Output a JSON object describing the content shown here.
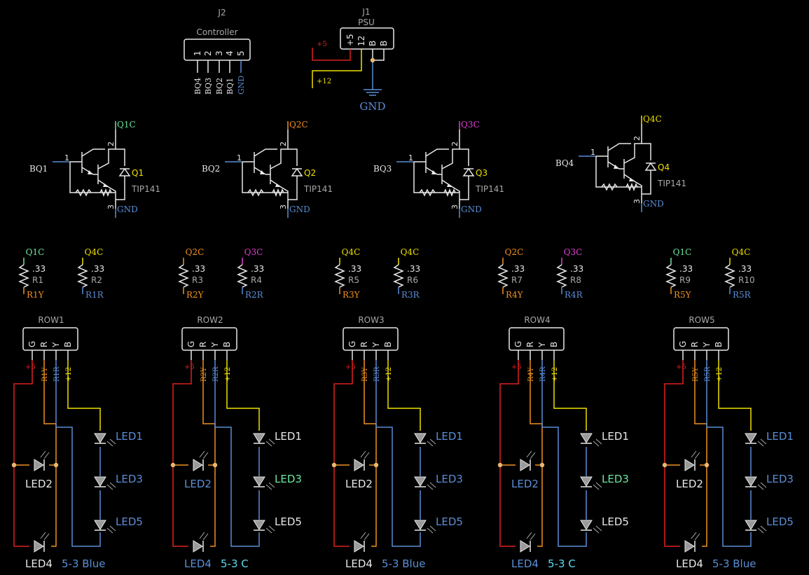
{
  "colors": {
    "white": "#e8e8e8",
    "grey": "#a8a8a8",
    "blue": "#5b8ed6",
    "green": "#6ee6a0",
    "yellow": "#f0e000",
    "orange": "#f09020",
    "magenta": "#e040d0",
    "red": "#e02020",
    "cyan": "#60d8f0",
    "junction": "#e8b870"
  },
  "j2": {
    "ref": "J2",
    "name": "Controller",
    "pins": [
      "1",
      "2",
      "3",
      "4",
      "5"
    ],
    "nets": [
      "BQ4",
      "BQ3",
      "BQ2",
      "BQ1",
      "GND"
    ]
  },
  "j1": {
    "ref": "J1",
    "name": "PSU",
    "pins": [
      "+5",
      "12",
      "B",
      "B"
    ],
    "net_p5": "+5",
    "net_p12": "+12",
    "gnd": "GND"
  },
  "transistors": [
    {
      "ref": "Q1",
      "part": "TIP141",
      "base_net": "BQ1",
      "collector_net": "Q1C",
      "collector_color": "green",
      "emitter_net": "GND",
      "pin_b": "1",
      "pin_c": "2",
      "pin_e": "3"
    },
    {
      "ref": "Q2",
      "part": "TIP141",
      "base_net": "BQ2",
      "collector_net": "Q2C",
      "collector_color": "orange",
      "emitter_net": "GND",
      "pin_b": "1",
      "pin_c": "2",
      "pin_e": "3"
    },
    {
      "ref": "Q3",
      "part": "TIP141",
      "base_net": "BQ3",
      "collector_net": "Q3C",
      "collector_color": "magenta",
      "emitter_net": "GND",
      "pin_b": "1",
      "pin_c": "2",
      "pin_e": "3"
    },
    {
      "ref": "Q4",
      "part": "TIP141",
      "base_net": "BQ4",
      "collector_net": "Q4C",
      "collector_color": "yellow",
      "emitter_net": "GND",
      "pin_b": "1",
      "pin_c": "2",
      "pin_e": "3"
    }
  ],
  "resistors": [
    {
      "ref": "R1",
      "value": ".33",
      "top_net": "Q1C",
      "top_color": "green",
      "bottom_net": "R1Y",
      "bottom_color": "orange"
    },
    {
      "ref": "R2",
      "value": ".33",
      "top_net": "Q4C",
      "top_color": "yellow",
      "bottom_net": "R1R",
      "bottom_color": "blue"
    },
    {
      "ref": "R3",
      "value": ".33",
      "top_net": "Q2C",
      "top_color": "orange",
      "bottom_net": "R2Y",
      "bottom_color": "orange"
    },
    {
      "ref": "R4",
      "value": ".33",
      "top_net": "Q3C",
      "top_color": "magenta",
      "bottom_net": "R2R",
      "bottom_color": "blue"
    },
    {
      "ref": "R5",
      "value": ".33",
      "top_net": "Q4C",
      "top_color": "yellow",
      "bottom_net": "R3Y",
      "bottom_color": "orange"
    },
    {
      "ref": "R6",
      "value": ".33",
      "top_net": "Q4C",
      "top_color": "yellow",
      "bottom_net": "R3R",
      "bottom_color": "blue"
    },
    {
      "ref": "R7",
      "value": ".33",
      "top_net": "Q2C",
      "top_color": "orange",
      "bottom_net": "R4Y",
      "bottom_color": "orange"
    },
    {
      "ref": "R8",
      "value": ".33",
      "top_net": "Q3C",
      "top_color": "magenta",
      "bottom_net": "R4R",
      "bottom_color": "blue"
    },
    {
      "ref": "R9",
      "value": ".33",
      "top_net": "Q1C",
      "top_color": "green",
      "bottom_net": "R5Y",
      "bottom_color": "orange"
    },
    {
      "ref": "R10",
      "value": ".33",
      "top_net": "Q4C",
      "top_color": "yellow",
      "bottom_net": "R5R",
      "bottom_color": "blue"
    }
  ],
  "rows": [
    {
      "ref": "ROW1",
      "pins": [
        "G",
        "R",
        "Y",
        "B"
      ],
      "net_p5": "+5",
      "net_y": "R1Y",
      "net_r": "R1R",
      "net_p12": "+12",
      "led1": "LED1",
      "led1_color": "blue",
      "led2": "LED2",
      "led2_color": "white",
      "led3": "LED3",
      "led3_color": "blue",
      "led4": "LED4",
      "led4_color": "white",
      "led5": "LED5",
      "led5_color": "blue",
      "note": "5-3 Blue",
      "note_color": "blue"
    },
    {
      "ref": "ROW2",
      "pins": [
        "G",
        "R",
        "Y",
        "B"
      ],
      "net_p5": "+5",
      "net_y": "R2Y",
      "net_r": "R2R",
      "net_p12": "+12",
      "led1": "LED1",
      "led1_color": "white",
      "led2": "LED2",
      "led2_color": "blue",
      "led3": "LED3",
      "led3_color": "green",
      "led4": "LED4",
      "led4_color": "blue",
      "led5": "LED5",
      "led5_color": "white",
      "note": "5-3 C",
      "note_color": "cyan"
    },
    {
      "ref": "ROW3",
      "pins": [
        "G",
        "R",
        "Y",
        "B"
      ],
      "net_p5": "+5",
      "net_y": "R3Y",
      "net_r": "R3R",
      "net_p12": "+12",
      "led1": "LED1",
      "led1_color": "blue",
      "led2": "LED2",
      "led2_color": "white",
      "led3": "LED3",
      "led3_color": "blue",
      "led4": "LED4",
      "led4_color": "white",
      "led5": "LED5",
      "led5_color": "blue",
      "note": "5-3 Blue",
      "note_color": "blue"
    },
    {
      "ref": "ROW4",
      "pins": [
        "G",
        "R",
        "Y",
        "B"
      ],
      "net_p5": "+5",
      "net_y": "R4Y",
      "net_r": "R4R",
      "net_p12": "+12",
      "led1": "LED1",
      "led1_color": "white",
      "led2": "LED2",
      "led2_color": "blue",
      "led3": "LED3",
      "led3_color": "green",
      "led4": "LED4",
      "led4_color": "blue",
      "led5": "LED5",
      "led5_color": "white",
      "note": "5-3 C",
      "note_color": "cyan"
    },
    {
      "ref": "ROW5",
      "pins": [
        "G",
        "R",
        "Y",
        "B"
      ],
      "net_p5": "+5",
      "net_y": "R5Y",
      "net_r": "R5R",
      "net_p12": "+12",
      "led1": "LED1",
      "led1_color": "blue",
      "led2": "LED2",
      "led2_color": "white",
      "led3": "LED3",
      "led3_color": "blue",
      "led4": "LED4",
      "led4_color": "white",
      "led5": "LED5",
      "led5_color": "blue",
      "note": "5-3 Blue",
      "note_color": "blue"
    }
  ]
}
